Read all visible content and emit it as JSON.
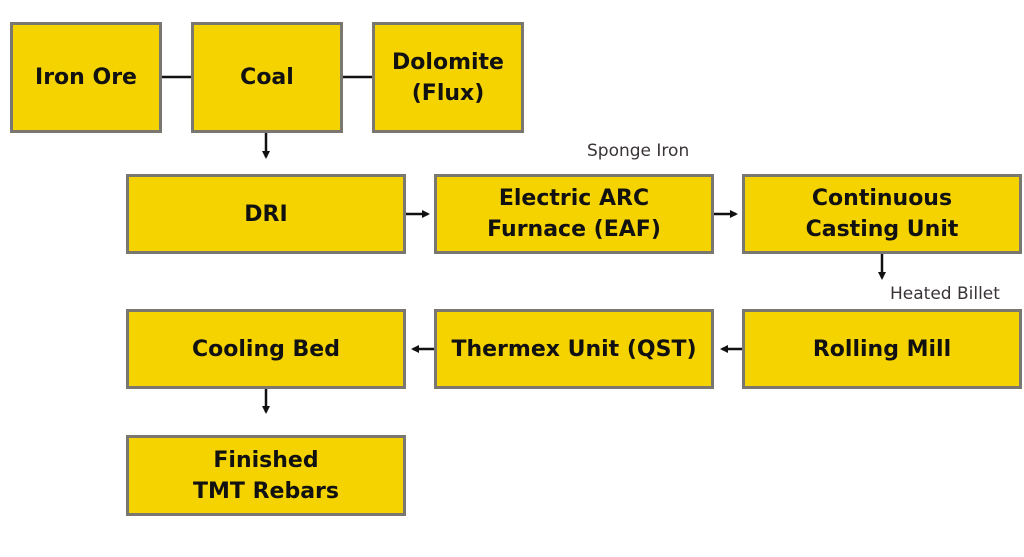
{
  "nodes": {
    "iron_ore": "Iron Ore",
    "coal": "Coal",
    "dolomite": "Dolomite\n(Flux)",
    "dri": "DRI",
    "eaf": "Electric ARC\nFurnace (EAF)",
    "ccu": "Continuous\nCasting Unit",
    "rolling_mill": "Rolling Mill",
    "thermex": "Thermex Unit (QST)",
    "cooling_bed": "Cooling Bed",
    "finished": "Finished\nTMT Rebars"
  },
  "edge_labels": {
    "sponge_iron": "Sponge Iron",
    "heated_billet": "Heated Billet"
  },
  "colors": {
    "box_fill": "#f5d300",
    "box_border": "#7a7670"
  }
}
